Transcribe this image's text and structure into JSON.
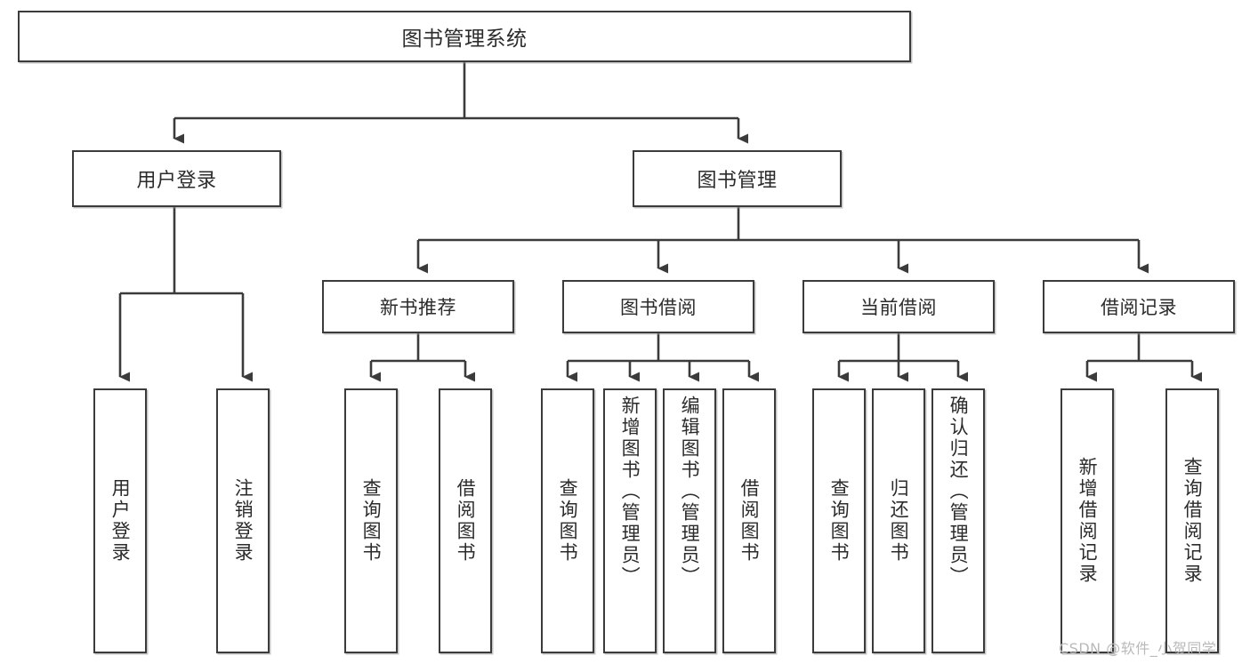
{
  "diagram": {
    "title": "图书管理系统",
    "type": "tree-hierarchy-chart",
    "watermark": "CSDN @软件_小贺同学",
    "colors": {
      "box_border": "#3b3b3b",
      "box_fill": "#ffffff",
      "connector": "#3b3b3b",
      "text": "#2b2b2b",
      "watermark": "#b9b9b9",
      "background": "#ffffff"
    },
    "root": {
      "id": "root",
      "label": "图书管理系统"
    },
    "level1": [
      {
        "id": "user-login",
        "label": "用户登录"
      },
      {
        "id": "book-management",
        "label": "图书管理"
      }
    ],
    "level2": [
      {
        "id": "new-book-recommend",
        "label": "新书推荐",
        "parent": "book-management"
      },
      {
        "id": "book-borrow",
        "label": "图书借阅",
        "parent": "book-management"
      },
      {
        "id": "current-borrow",
        "label": "当前借阅",
        "parent": "book-management"
      },
      {
        "id": "borrow-record",
        "label": "借阅记录",
        "parent": "book-management"
      }
    ],
    "leaves": {
      "user_login": [
        {
          "id": "leaf-user-login",
          "label": "用户登录"
        },
        {
          "id": "leaf-user-logout",
          "label": "注销登录"
        }
      ],
      "new_book_recommend": [
        {
          "id": "leaf-query-book-1",
          "label": "查询图书"
        },
        {
          "id": "leaf-borrow-book-1",
          "label": "借阅图书"
        }
      ],
      "book_borrow": [
        {
          "id": "leaf-query-book-2",
          "label": "查询图书"
        },
        {
          "id": "leaf-add-book",
          "label": "新增图书（管理员）"
        },
        {
          "id": "leaf-edit-book",
          "label": "编辑图书（管理员）"
        },
        {
          "id": "leaf-borrow-book-2",
          "label": "借阅图书"
        }
      ],
      "current_borrow": [
        {
          "id": "leaf-query-book-3",
          "label": "查询图书"
        },
        {
          "id": "leaf-return-book",
          "label": "归还图书"
        },
        {
          "id": "leaf-confirm-return",
          "label": "确认归还（管理员）"
        }
      ],
      "borrow_record": [
        {
          "id": "leaf-add-record",
          "label": "新增借阅记录"
        },
        {
          "id": "leaf-query-record",
          "label": "查询借阅记录"
        }
      ]
    }
  }
}
